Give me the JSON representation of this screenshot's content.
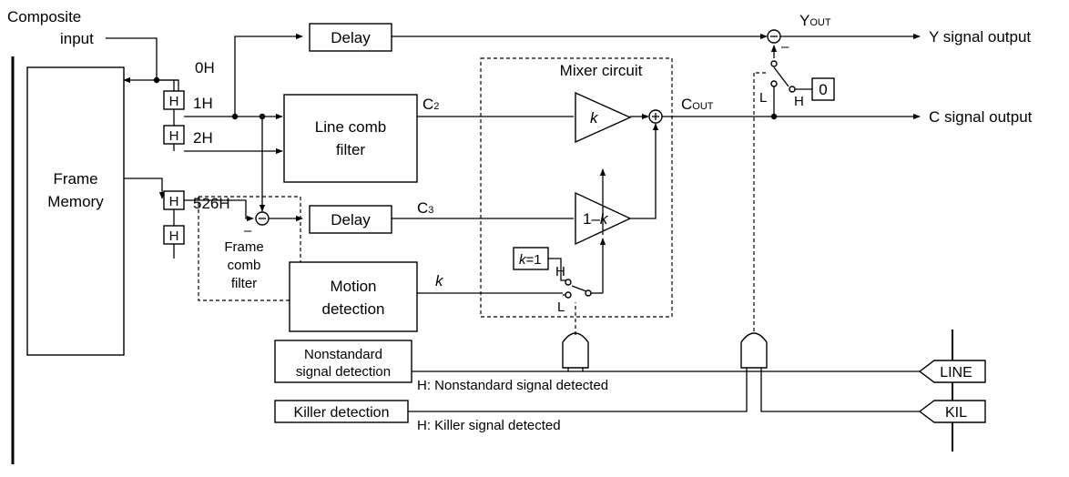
{
  "labels": {
    "composite_input_1": "Composite",
    "composite_input_2": "input",
    "frame_memory_1": "Frame",
    "frame_memory_2": "Memory",
    "delay_top": "Delay",
    "delay_mid": "Delay",
    "line_comb_1": "Line comb",
    "line_comb_2": "filter",
    "motion_1": "Motion",
    "motion_2": "detection",
    "mixer": "Mixer circuit",
    "frame_comb_1": "Frame",
    "frame_comb_2": "comb",
    "frame_comb_3": "filter",
    "tap_0h": "0H",
    "tap_1h": "1H",
    "tap_2h": "2H",
    "tap_526h": "526H",
    "h_glyph": "H",
    "c2": "C",
    "c2_sub": "2",
    "c3": "C",
    "c3_sub": "3",
    "cout": "C",
    "cout_sub": "OUT",
    "yout": "Y",
    "yout_sub": "OUT",
    "k": "k",
    "one_minus_k": "1–",
    "k_eq": "k",
    "k_eq_rest": "=1",
    "sw_h": "H",
    "sw_l": "L",
    "zero": "0",
    "minus": "–",
    "y_output": "Y signal output",
    "c_output": "C signal output",
    "nonstandard_1": "Nonstandard",
    "nonstandard_2": "signal detection",
    "nonstandard_note": "H: Nonstandard signal detected",
    "killer": "Killer detection",
    "killer_note": "H: Killer signal detected",
    "line_pin": "LINE",
    "kil_pin": "KIL"
  }
}
